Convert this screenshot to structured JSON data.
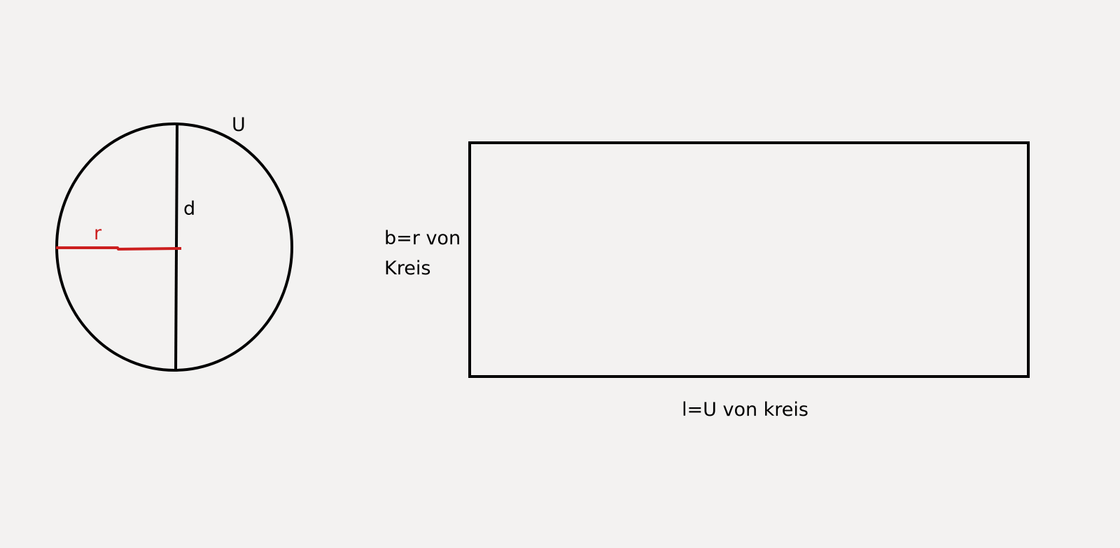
{
  "labels": {
    "circumference": "U",
    "diameter": "d",
    "radius": "r",
    "rect_width_line1": "b=r von",
    "rect_width_line2": "Kreis",
    "rect_length": "l=U von kreis"
  },
  "colors": {
    "background": "#f3f2f1",
    "stroke": "#000000",
    "radius": "#cc1f1f"
  }
}
